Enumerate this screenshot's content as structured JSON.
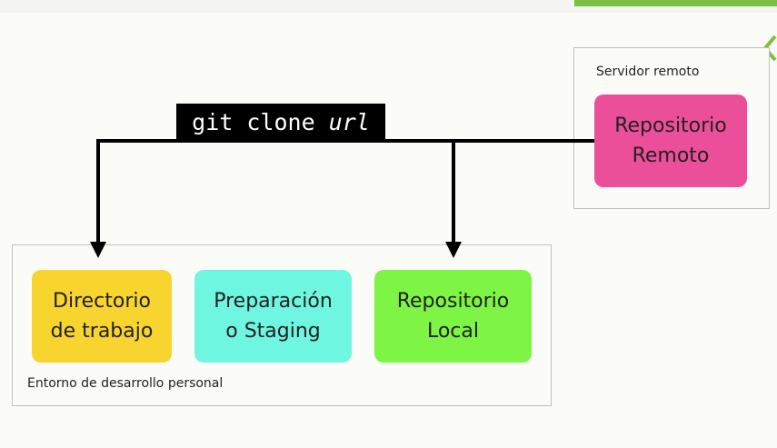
{
  "groups": {
    "remote": {
      "label": "Servidor remoto"
    },
    "local": {
      "label": "Entorno de desarrollo personal"
    }
  },
  "nodes": {
    "remote_repo": {
      "line1": "Repositorio",
      "line2": "Remoto",
      "color": "#ec4f9a"
    },
    "working_dir": {
      "line1": "Directorio",
      "line2": "de trabajo",
      "color": "#f7d42e"
    },
    "staging": {
      "line1": "Preparación",
      "line2": "o Staging",
      "color": "#6ff6e0"
    },
    "local_repo": {
      "line1": "Repositorio",
      "line2": "Local",
      "color": "#7ef445"
    }
  },
  "command": {
    "verb": "git clone ",
    "arg": "url"
  },
  "colors": {
    "accent": "#7bc043"
  },
  "icons": {
    "top_right": "chevron-left-icon"
  }
}
